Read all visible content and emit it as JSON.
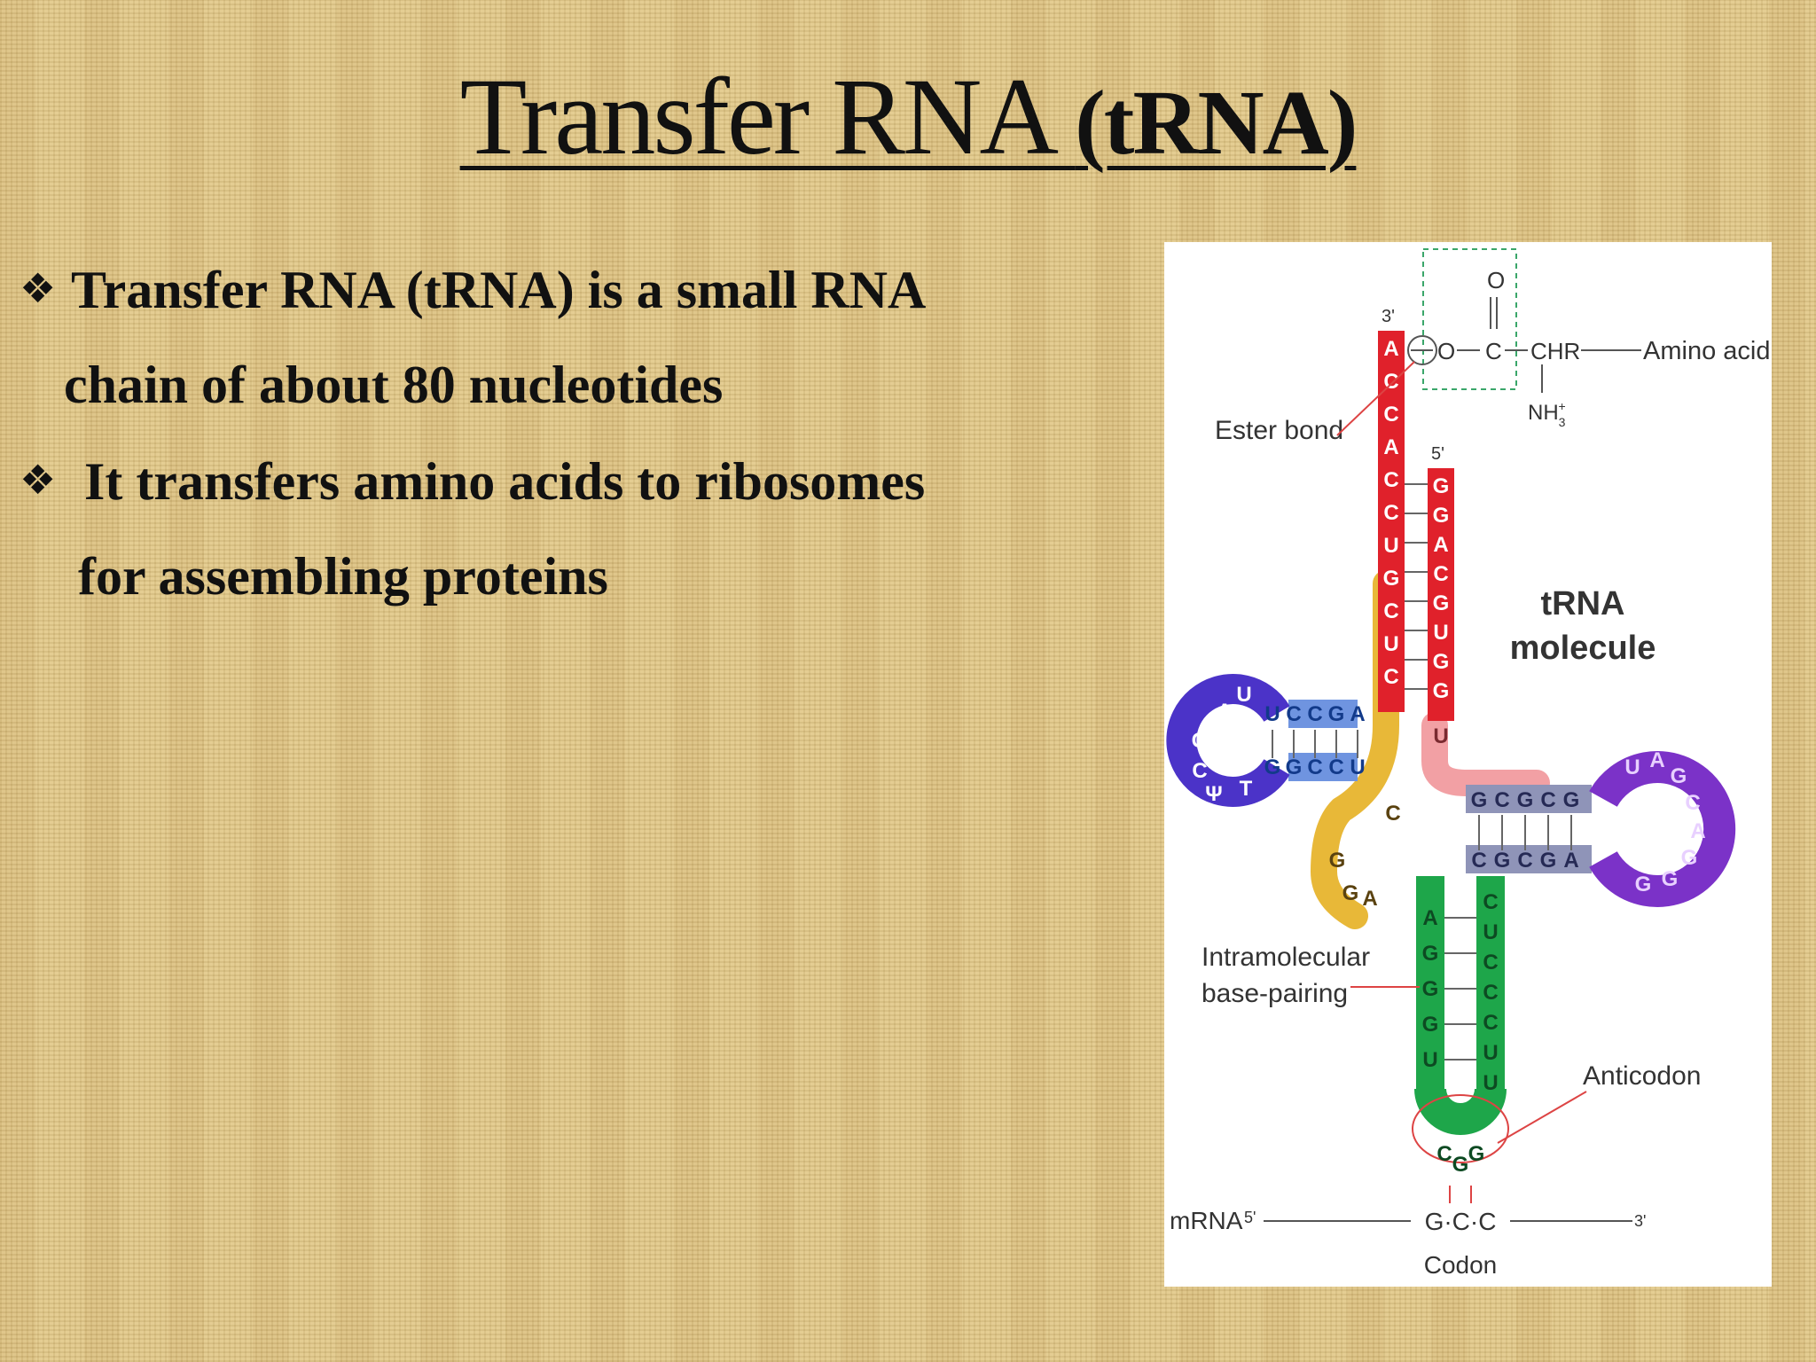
{
  "slide": {
    "title_main": "Transfer RNA ",
    "title_paren": "(tRNA)",
    "bullet_symbol": "❖",
    "bullets": [
      {
        "line1": "Transfer RNA (tRNA) is a small RNA",
        "line2": "chain of about 80 nucleotides"
      },
      {
        "line1": " It transfers amino acids to ribosomes",
        "line2": "for assembling proteins"
      }
    ]
  },
  "figure": {
    "labels": {
      "three_prime": "3'",
      "five_prime": "5'",
      "carbonyl_o": "O",
      "ester_o": "O",
      "carbon": "C",
      "chr": "CHR",
      "nh3": "NH",
      "nh3_sub": "3",
      "nh3_sup": "+",
      "amino_acid": "Amino acid",
      "ester_bond": "Ester bond",
      "trna_line1": "tRNA",
      "trna_line2": "molecule",
      "intramolecular_1": "Intramolecular",
      "intramolecular_2": "base-pairing",
      "anticodon": "Anticodon",
      "mrna": "mRNA",
      "mrna_5": "5'",
      "mrna_3": "3'",
      "codon_seq": "G·C·C",
      "codon": "Codon"
    },
    "acceptor_stem_3prime": [
      "A",
      "C",
      "C",
      "A",
      "C",
      "C",
      "U",
      "G",
      "C",
      "U",
      "C"
    ],
    "acceptor_stem_5prime": [
      "G",
      "G",
      "A",
      "C",
      "G",
      "U",
      "G",
      "G"
    ],
    "junction_5prime": "U",
    "d_arm_top": [
      "U",
      "C",
      "C",
      "G",
      "A"
    ],
    "d_arm_bottom": [
      "G",
      "G",
      "C",
      "C",
      "U"
    ],
    "d_loop": [
      "A",
      "U",
      "G",
      "C",
      "Ψ",
      "T"
    ],
    "variable_region": [
      "C",
      "G",
      "G",
      "A"
    ],
    "t_arm_top": [
      "G",
      "C",
      "G",
      "C",
      "G"
    ],
    "t_arm_bottom": [
      "C",
      "G",
      "C",
      "G",
      "A"
    ],
    "t_loop": [
      "U",
      "A",
      "G",
      "C",
      "A",
      "G",
      "G",
      "G"
    ],
    "anticodon_left": [
      "A",
      "G",
      "G",
      "G",
      "U"
    ],
    "anticodon_right": [
      "C",
      "U",
      "C",
      "C",
      "C",
      "U",
      "U"
    ],
    "anticodon_loop": [
      "C",
      "G",
      "G"
    ],
    "colors": {
      "acceptor": "#e0212b",
      "acceptor_pale": "#f2a0a4",
      "d_arm": "#3a5fcd",
      "d_arm_pale": "#6f94e0",
      "t_arm": "#7b32c8",
      "t_arm_pale": "#8f94b8",
      "variable": "#e8b838",
      "anticodon": "#1ea64a",
      "anticodon_pale": "#58c46f"
    }
  }
}
